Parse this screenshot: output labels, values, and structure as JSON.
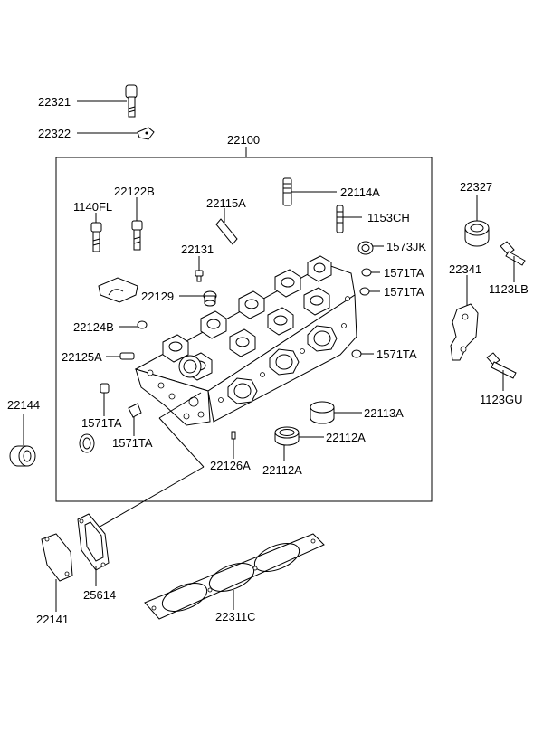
{
  "parts": {
    "p22321": "22321",
    "p22322": "22322",
    "p22100": "22100",
    "p1140FL": "1140FL",
    "p22122B": "22122B",
    "p22115A": "22115A",
    "p22114A": "22114A",
    "p1153CH": "1153CH",
    "p22327": "22327",
    "p22131": "22131",
    "p1573JK": "1573JK",
    "p1571TA_a": "1571TA",
    "p1571TA_b": "1571TA",
    "p22341": "22341",
    "p1123LB": "1123LB",
    "p22129": "22129",
    "p22124B": "22124B",
    "p22125A": "22125A",
    "p1571TA_c": "1571TA",
    "p22144": "22144",
    "p1123GU": "1123GU",
    "p22113A": "22113A",
    "p1571TA_d": "1571TA",
    "p1571TA_e": "1571TA",
    "p22112A_a": "22112A",
    "p22126A": "22126A",
    "p22112A_b": "22112A",
    "p25614": "25614",
    "p22141": "22141",
    "p22311C": "22311C"
  }
}
